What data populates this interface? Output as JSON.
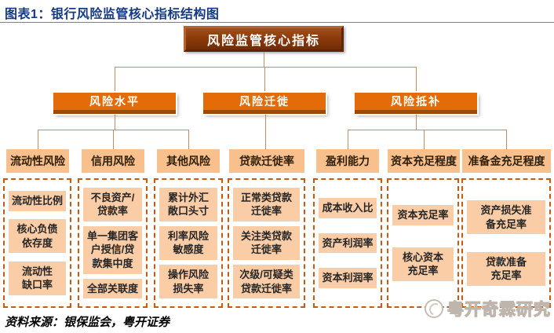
{
  "title": "图表1：银行风险监管核心指标结构图",
  "root": {
    "label": "风险监管核心指标"
  },
  "level2": [
    {
      "label": "风险水平"
    },
    {
      "label": "风险迁徙"
    },
    {
      "label": "风险抵补"
    }
  ],
  "columns": [
    {
      "header": "流动性风险",
      "items": [
        "流动性比例",
        "核心负债\n依存度",
        "流动性\n缺口率"
      ]
    },
    {
      "header": "信用风险",
      "items": [
        "不良资产/\n贷款率",
        "单一集团客\n户授信/贷\n款集中度",
        "全部关联度"
      ]
    },
    {
      "header": "其他风险",
      "items": [
        "累计外汇\n敞口头寸",
        "利率风险\n敏感度",
        "操作风险\n损失率"
      ]
    },
    {
      "header": "贷款迁徙率",
      "items": [
        "正常类贷款\n迁徙率",
        "关注类贷款\n迁徙率",
        "次级/可疑类\n贷款迁徙率"
      ]
    },
    {
      "header": "盈利能力",
      "items": [
        "成本收入比",
        "资产利润率",
        "资本利润率"
      ]
    },
    {
      "header": "资本充足程度",
      "items": [
        "资本充足率",
        "核心资本\n充足率"
      ]
    },
    {
      "header": "准备金充足程度",
      "items": [
        "资产损失准\n备充足率",
        "贷款准备\n充足率"
      ]
    }
  ],
  "footer": {
    "source": "资料来源：银保监会，粤开证券"
  },
  "watermark": {
    "text": "粤开奇霖研究"
  },
  "colors": {
    "title-blue": "#143A85",
    "root-brown": "#8D3B0B",
    "root-brown-light": "#B5622B",
    "level2-orange": "#E36C09",
    "level2-dark": "#9E4A06",
    "header-peach": "#F8C08C",
    "item-peach": "#FACDA7",
    "line-tan": "#BE8E62",
    "dash-orange": "#C55A11",
    "text-dark": "#30200A"
  }
}
